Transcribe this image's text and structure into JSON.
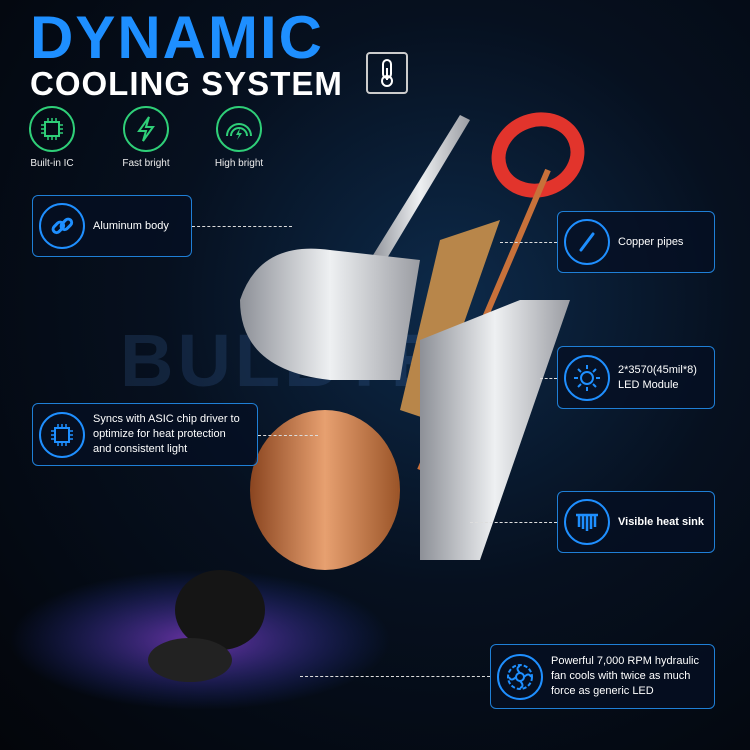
{
  "header": {
    "title_line1": "DYNAMIC",
    "title_line2": "COOLING SYSTEM",
    "title_icon": "thermometer-icon"
  },
  "features": [
    {
      "label": "Built-in IC",
      "icon": "chip-icon"
    },
    {
      "label": "Fast bright",
      "icon": "lightning-icon"
    },
    {
      "label": "High bright",
      "icon": "signal-bolt-icon"
    }
  ],
  "watermark": "BULBTEK",
  "callouts": {
    "aluminum": {
      "text": "Aluminum body",
      "icon": "link-icon"
    },
    "copper": {
      "text": "Copper pipes",
      "icon": "pipe-icon"
    },
    "led": {
      "line1": "2*3570(45mil*8)",
      "line2": "LED Module",
      "icon": "sun-icon"
    },
    "asic": {
      "line1": "Syncs with ASIC chip driver to",
      "line2": "optimize for heat protection",
      "line3": "and consistent light",
      "icon": "chip-icon"
    },
    "heatsink": {
      "text": "Visible heat sink",
      "icon": "heat-sink-icon"
    },
    "fan": {
      "line1": "Powerful 7,000 RPM hydraulic",
      "line2": "fan cools with twice as much",
      "line3": "force as generic LED",
      "icon": "fan-icon"
    }
  },
  "colors": {
    "accent": "#1e8fff",
    "feature_green": "#2fcf78",
    "copper": "#c8713a"
  }
}
